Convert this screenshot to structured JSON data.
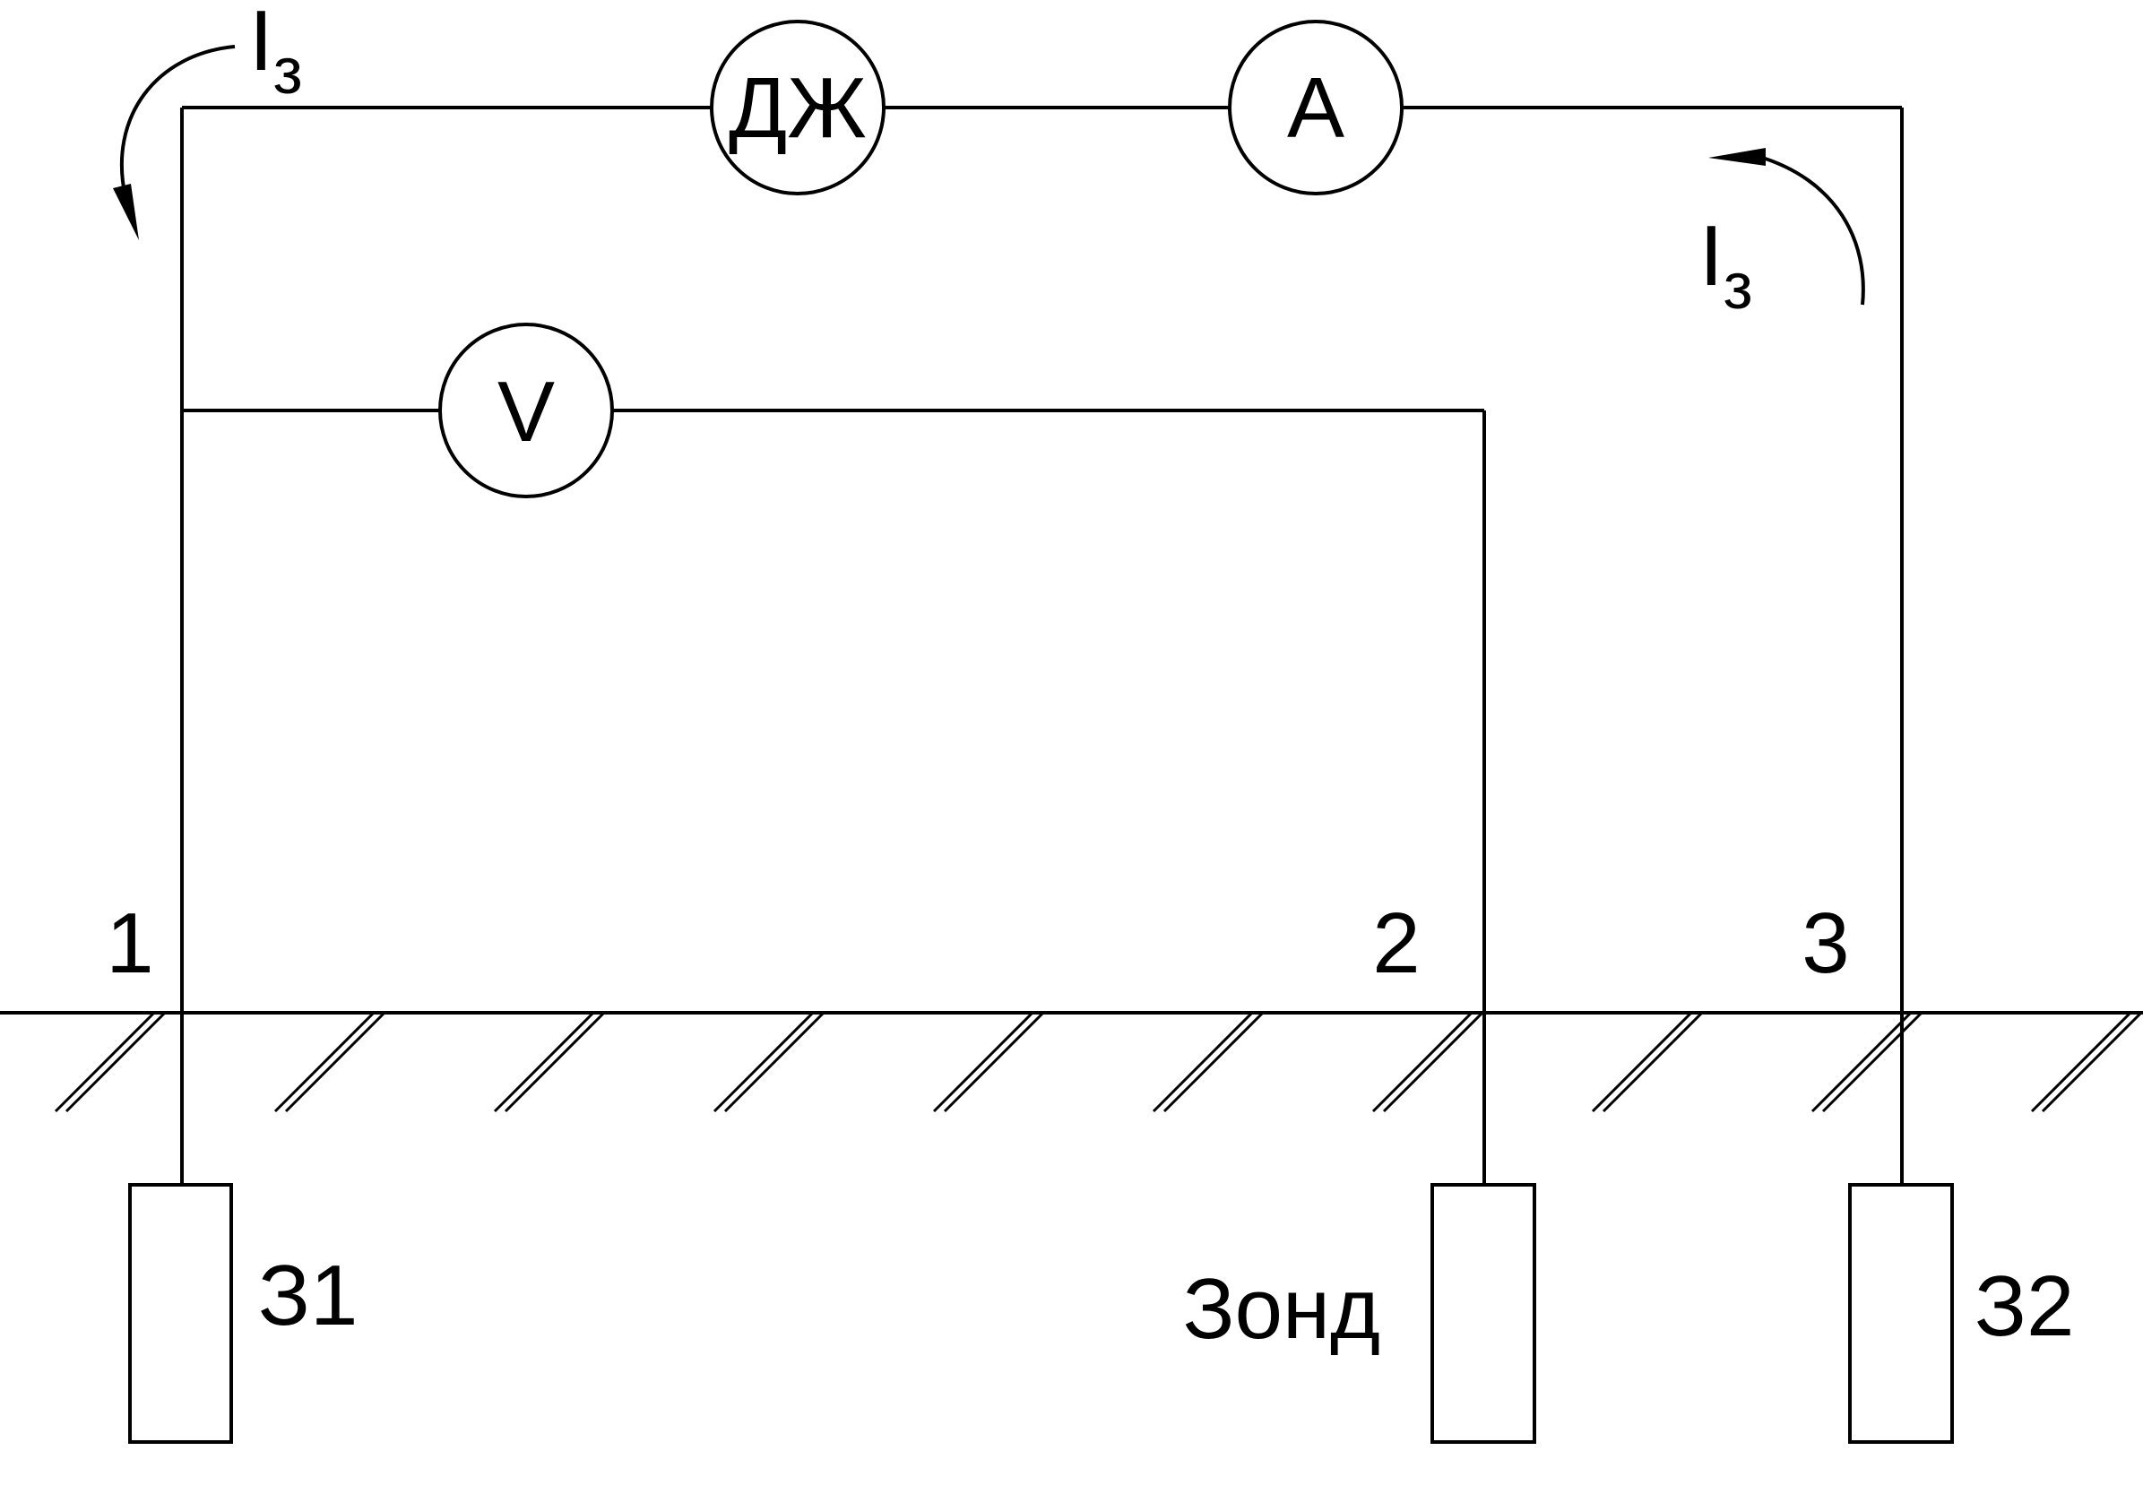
{
  "instruments": {
    "dzh": "ДЖ",
    "ammeter": "A",
    "voltmeter": "V"
  },
  "points": {
    "p1": "1",
    "p2": "2",
    "p3": "3"
  },
  "electrodes": {
    "left": "З1",
    "probe": "Зонд",
    "right": "З2"
  },
  "current": {
    "symbol": "I",
    "subscript": "з"
  }
}
